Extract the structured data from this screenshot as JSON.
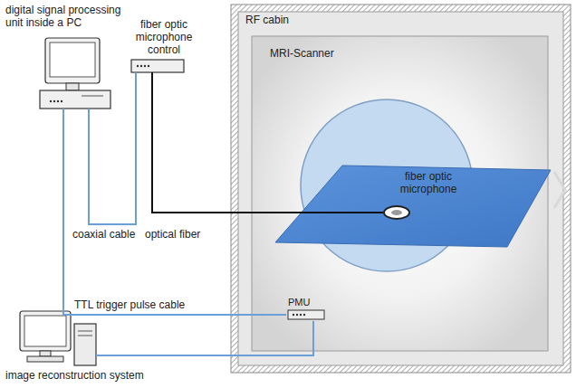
{
  "diagram": {
    "nodes": [
      {
        "text": [
          "RF cabin"
        ]
      },
      {
        "text": [
          "MRI-Scanner"
        ],
        "in": 0
      },
      {
        "text": [
          "PMU"
        ],
        "in": 1
      },
      {
        "text": [
          "fiber optic microphone"
        ],
        "in": 1
      },
      {
        "text": [
          "digital signal processing unit inside a PC"
        ]
      },
      {
        "text": [
          "fiber optic microphone control"
        ]
      },
      {
        "text": [
          "image reconstruction system"
        ]
      }
    ],
    "edges": [
      {
        "from": 4,
        "to": 5,
        "label": "coaxial cable",
        "arrow": "none"
      },
      {
        "from": 5,
        "to": 3,
        "label": "optical fiber",
        "arrow": "none"
      },
      {
        "from": 4,
        "to": 2,
        "label": "TTL trigger pulse cable",
        "arrow": "none"
      },
      {
        "from": 6,
        "to": 2,
        "arrow": "none"
      }
    ]
  }
}
